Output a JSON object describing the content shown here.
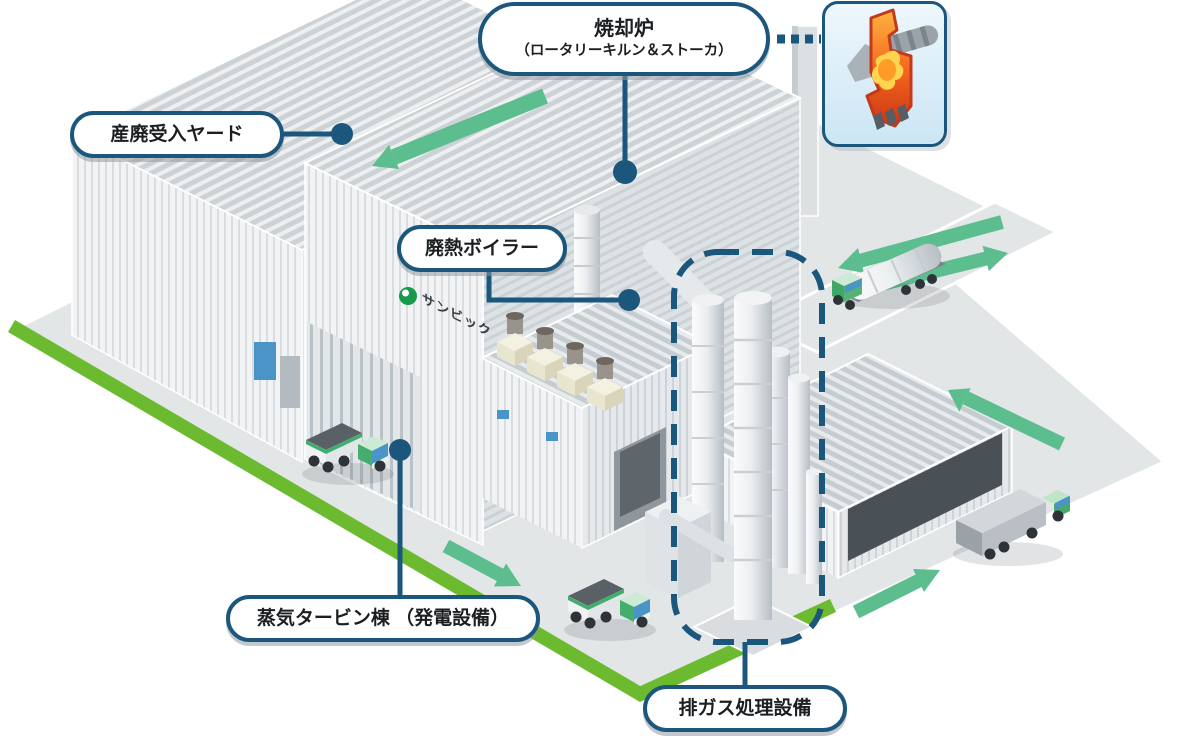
{
  "illustration": {
    "labels": {
      "incinerator": {
        "title": "焼却炉",
        "subtitle": "（ロータリーキルン＆ストーカ）"
      },
      "receiving_yard": "産廃受入ヤード",
      "waste_heat_boiler": "廃熱ボイラー",
      "steam_turbine": "蒸気タービン棟 （発電設備）",
      "gas_treatment": "排ガス処理設備"
    },
    "building_sign": "サンビック",
    "colors": {
      "annotation_navy": "#1b567d",
      "flow_arrow_green": "#5cbd8f",
      "hedge_green": "#6cba2f",
      "window_blue": "#4b94c8",
      "flame_orange": "#f5821f"
    }
  }
}
